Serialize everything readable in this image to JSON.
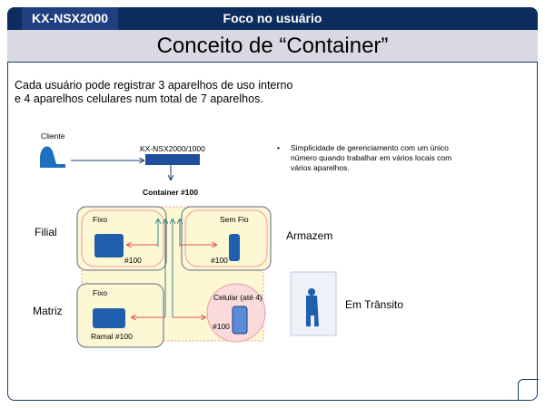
{
  "header": {
    "model": "KX-NSX2000",
    "section": "Foco no usuário",
    "title": "Conceito de “Container”"
  },
  "description": [
    "Cada usuário pode registrar 3 aparelhos de uso interno",
    "e 4 aparelhos celulares num total de 7 aparelhos."
  ],
  "diagram": {
    "client": "Cliente",
    "server": "KX-NSX2000/1000",
    "container": "Container #100",
    "filial": "Filial",
    "matriz": "Matriz",
    "armazem": "Armazem",
    "transito": "Em Trânsito",
    "fixo1": "Fixo",
    "fixo1_num": "#100",
    "semfio": "Sem Fio",
    "semfio_num": "#100",
    "fixo2": "Fixo",
    "fixo2_num": "Ramal #100",
    "celular": "Celular (até 4)",
    "celular_num": "#100"
  },
  "bullet": "Simplicidade de gerenciamento com um único número quando trabalhar em vários locais com vários aparelhos."
}
